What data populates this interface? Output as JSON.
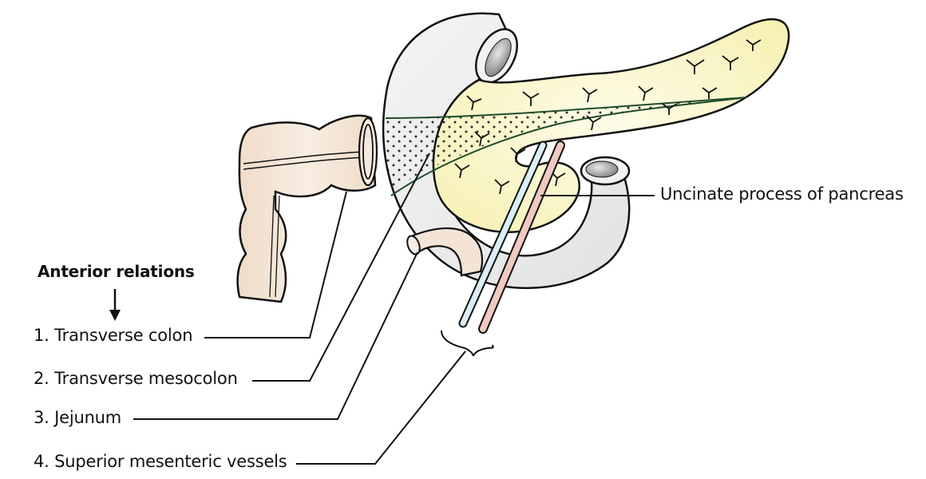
{
  "diagram": {
    "subject": "Pancreas and duodenum — anterior relations",
    "heading": "Anterior relations",
    "relations": [
      {
        "label": "1. Transverse colon"
      },
      {
        "label": "2. Transverse mesocolon"
      },
      {
        "label": "3. Jejunum"
      },
      {
        "label": "4. Superior mesenteric vessels"
      }
    ],
    "uncinate_label": "Uncinate process of pancreas",
    "colors": {
      "pancreas_fill": "#faf6c8",
      "duodenum_fill": "#ececec",
      "colon_fill": "#f3e4d6",
      "vein_fill": "#d9eef7",
      "artery_fill": "#f1c9c0",
      "mesocolon_line": "#1e4d2b",
      "outline": "#111111"
    }
  }
}
